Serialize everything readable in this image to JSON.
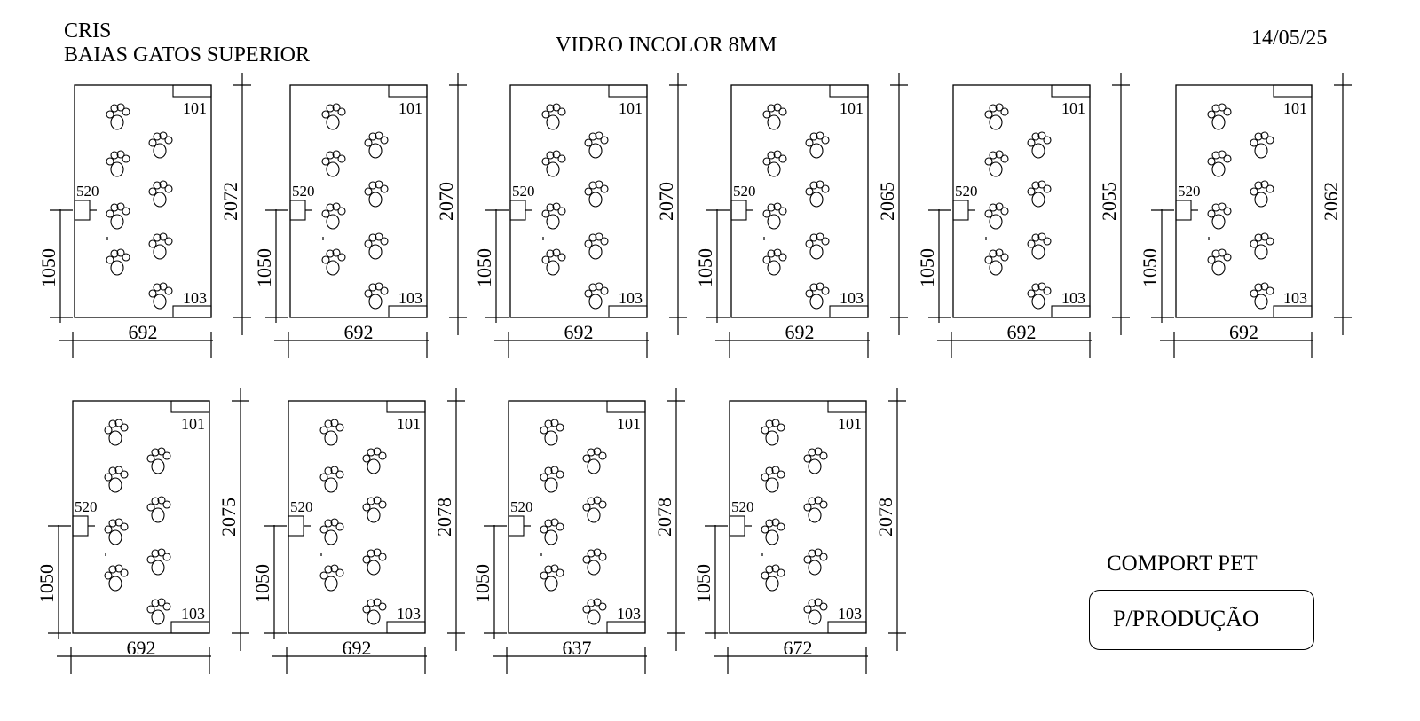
{
  "header": {
    "client": "CRIS",
    "project": "BAIAS  GATOS SUPERIOR",
    "material": "VIDRO INCOLOR 8MM",
    "date": "14/05/25"
  },
  "footer": {
    "company": "COMPORT PET",
    "status": "P/PRODUÇÃO"
  },
  "callouts": {
    "top_corner": "101",
    "bottom_corner": "103",
    "hole": "520"
  },
  "panels": [
    {
      "width": "692",
      "height": "2072",
      "hole_height": "1050"
    },
    {
      "width": "692",
      "height": "2070",
      "hole_height": "1050"
    },
    {
      "width": "692",
      "height": "2070",
      "hole_height": "1050"
    },
    {
      "width": "692",
      "height": "2065",
      "hole_height": "1050"
    },
    {
      "width": "692",
      "height": "2055",
      "hole_height": "1050"
    },
    {
      "width": "692",
      "height": "2062",
      "hole_height": "1050"
    },
    {
      "width": "692",
      "height": "2075",
      "hole_height": "1050"
    },
    {
      "width": "692",
      "height": "2078",
      "hole_height": "1050"
    },
    {
      "width": "637",
      "height": "2078",
      "hole_height": "1050"
    },
    {
      "width": "672",
      "height": "2078",
      "hole_height": "1050"
    }
  ]
}
